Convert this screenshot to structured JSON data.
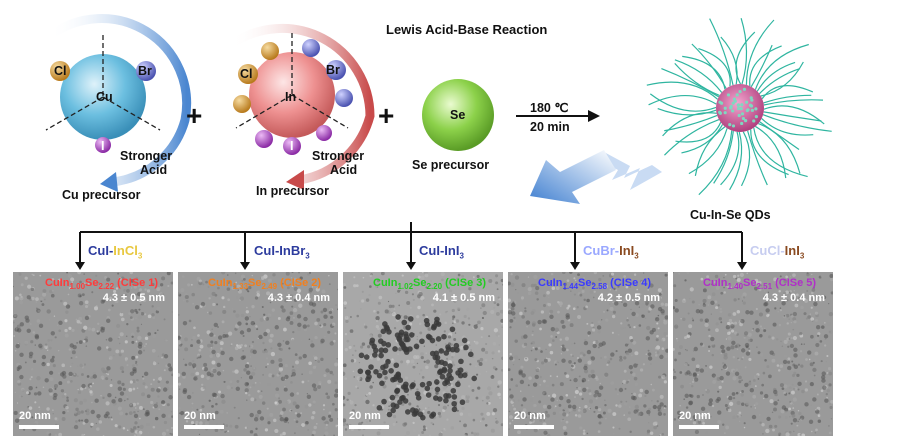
{
  "title": "Lewis Acid-Base Reaction",
  "cu_precursor": {
    "center": "Cu",
    "ligands": {
      "cl": "Cl",
      "br": "Br",
      "i": "I"
    },
    "arrow_label_1": "Stronger",
    "arrow_label_2": "Acid",
    "caption": "Cu precursor"
  },
  "in_precursor": {
    "center": "In",
    "ligands": {
      "cl": "Cl",
      "br": "Br",
      "i": "I"
    },
    "arrow_label_1": "Stronger",
    "arrow_label_2": "Acid",
    "caption": "In precursor"
  },
  "se_precursor": {
    "center": "Se",
    "caption": "Se precursor"
  },
  "plus": "+",
  "conditions": {
    "temp": "180 ℃",
    "time": "20 min"
  },
  "product": "Cu-In-Se QDs",
  "branches": [
    {
      "a": "CuI-",
      "b": "InCl",
      "sub": "3",
      "color_a": "#2d3c9e",
      "color_b": "#e8c840"
    },
    {
      "a": "CuI-",
      "b": "InBr",
      "sub": "3",
      "color_a": "#2d3c9e",
      "color_b": "#2d3c9e"
    },
    {
      "a": "CuI-",
      "b": "InI",
      "sub": "3",
      "color_a": "#2d3c9e",
      "color_b": "#2d3c9e"
    },
    {
      "a": "CuBr-",
      "b": "InI",
      "sub": "3",
      "color_a": "#9aa8ff",
      "color_b": "#8a4a20"
    },
    {
      "a": "CuCl-",
      "b": "InI",
      "sub": "3",
      "color_a": "#c7cdf0",
      "color_b": "#8a4a20"
    }
  ],
  "panels": [
    {
      "f1": "CuIn",
      "s1": "1.00",
      "f2": "Se",
      "s2": "2.22",
      "tag": " (CISe 1)",
      "color": "#ff3b3b",
      "size": "4.3 ± 0.5 nm",
      "scale": "20 nm",
      "clusters": false
    },
    {
      "f1": "CuIn",
      "s1": "1.33",
      "f2": "Se",
      "s2": "2.49",
      "tag": " (CISe 2)",
      "color": "#f08020",
      "size": "4.3 ± 0.4 nm",
      "scale": "20 nm",
      "clusters": false
    },
    {
      "f1": "CuIn",
      "s1": "1.02",
      "f2": "Se",
      "s2": "2.20",
      "tag": " (CISe 3)",
      "color": "#22cc22",
      "size": "4.1 ± 0.5 nm",
      "scale": "20 nm",
      "clusters": true
    },
    {
      "f1": "CuIn",
      "s1": "1.44",
      "f2": "Se",
      "s2": "2.58",
      "tag": " (CISe 4)",
      "color": "#3a3aff",
      "size": "4.2 ± 0.5 nm",
      "scale": "20 nm",
      "clusters": false
    },
    {
      "f1": "CuIn",
      "s1": "1.40",
      "f2": "Se",
      "s2": "2.51",
      "tag": " (CISe 5)",
      "color": "#b030c8",
      "size": "4.3 ± 0.4 nm",
      "scale": "20 nm",
      "clusters": false
    }
  ],
  "colors": {
    "cu_sphere": "#5fb5d8",
    "in_sphere": "#e88888",
    "se_sphere": "#86cc44",
    "cl": "#d9a03a",
    "br": "#7a82d8",
    "i": "#b050c8",
    "qd_core": "#d96aa8",
    "ligand": "#2fb5a0"
  }
}
